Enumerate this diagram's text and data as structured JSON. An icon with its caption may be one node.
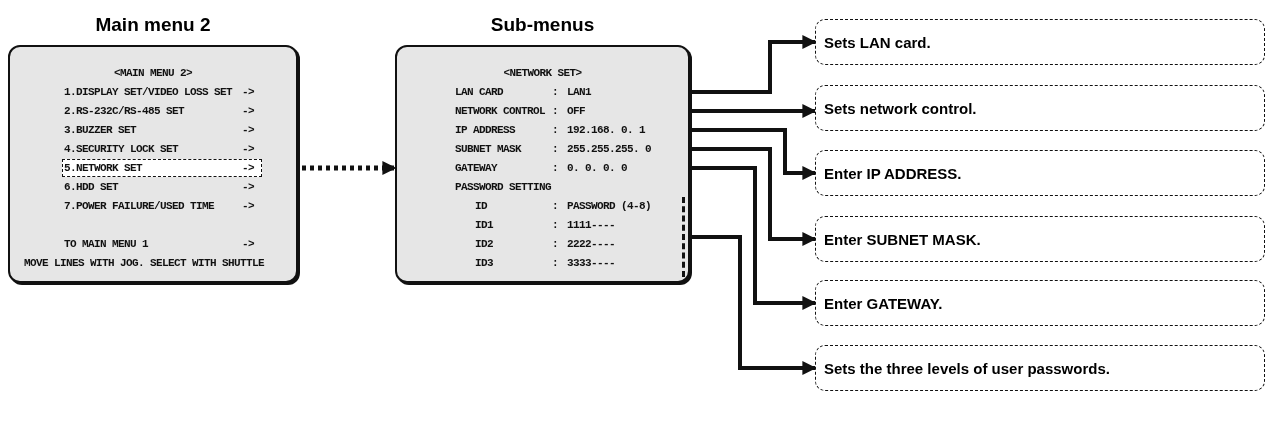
{
  "diagram": {
    "nodes": [
      {
        "text": [
          "Main menu 2",
          "<MAIN MENU 2>",
          "1.DISPLAY SET/VIDEO LOSS SET",
          "->",
          "2.RS-232C/RS-485 SET",
          "->",
          "3.BUZZER SET",
          "->",
          "4.SECURITY LOCK SET",
          "->",
          "6.HDD SET",
          "->",
          "7.POWER FAILURE/USED TIME",
          "->",
          "TO MAIN MENU 1",
          "->",
          "MOVE LINES WITH JOG. SELECT WITH SHUTTLE"
        ]
      },
      {
        "text": [
          "5.NETWORK SET",
          "->"
        ],
        "in": 0
      },
      {
        "text": [
          "Sub-menus",
          "<NETWORK SET>",
          "PASSWORD SETTING"
        ]
      },
      {
        "text": [
          "LAN CARD",
          ":",
          "LAN1"
        ],
        "in": 2
      },
      {
        "text": [
          "NETWORK CONTROL",
          ":",
          "OFF"
        ],
        "in": 2
      },
      {
        "text": [
          "IP ADDRESS",
          ":",
          "192.168. 0. 1"
        ],
        "in": 2
      },
      {
        "text": [
          "SUBNET MASK",
          ":",
          "255.255.255. 0"
        ],
        "in": 2
      },
      {
        "text": [
          "GATEWAY",
          ":",
          "0. 0. 0. 0"
        ],
        "in": 2
      },
      {
        "text": [
          "ID",
          ":",
          "PASSWORD (4-8)",
          "ID1",
          ":",
          "1111----",
          "ID2",
          ":",
          "2222----",
          "ID3",
          ":",
          "3333----"
        ],
        "in": 2
      },
      {
        "text": [
          "Sets LAN card."
        ]
      },
      {
        "text": [
          "Sets network control."
        ]
      },
      {
        "text": [
          "Enter IP ADDRESS."
        ]
      },
      {
        "text": [
          "Enter SUBNET MASK."
        ]
      },
      {
        "text": [
          "Enter GATEWAY."
        ]
      },
      {
        "text": [
          "Sets the three levels of user passwords."
        ]
      }
    ],
    "edges": [
      {
        "from": 1,
        "to": 2,
        "arrow": "to",
        "style": "dashed"
      },
      {
        "from": 3,
        "to": 9,
        "arrow": "to"
      },
      {
        "from": 4,
        "to": 10,
        "arrow": "to"
      },
      {
        "from": 5,
        "to": 11,
        "arrow": "to"
      },
      {
        "from": 6,
        "to": 12,
        "arrow": "to"
      },
      {
        "from": 7,
        "to": 13,
        "arrow": "to"
      },
      {
        "from": 8,
        "to": 14,
        "arrow": "to"
      }
    ]
  }
}
